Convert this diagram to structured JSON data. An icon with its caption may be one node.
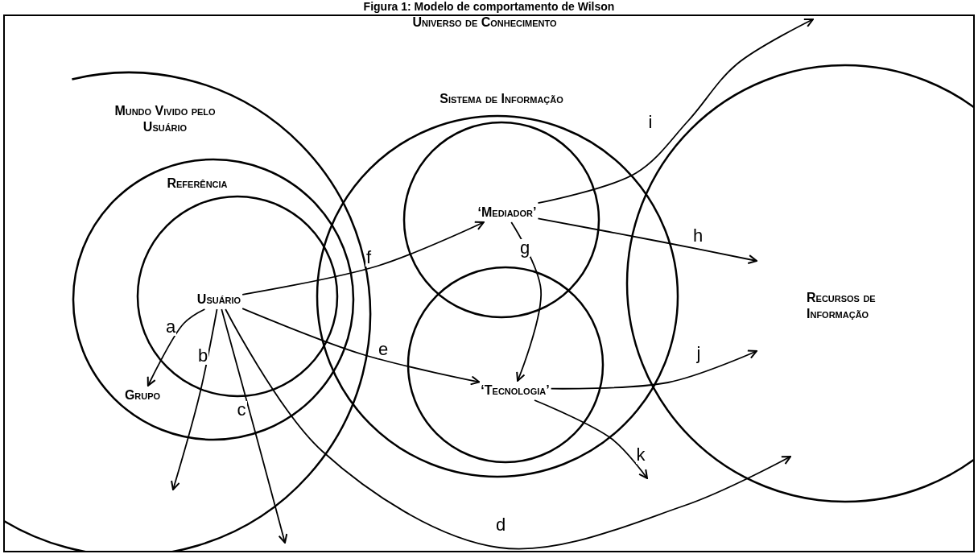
{
  "diagram": {
    "title": "Figura 1: Modelo de comportamento de Wilson",
    "nodes": [
      {
        "text": [
          "Universo de Conhecimento"
        ]
      },
      {
        "text": [
          "Mundo Vivido pelo Usuário"
        ]
      },
      {
        "text": [
          "Referência"
        ],
        "in": 1
      },
      {
        "text": [],
        "shape": "circle",
        "in": 2
      },
      {
        "text": [
          "Usuário"
        ],
        "in": 3
      },
      {
        "text": [
          "Grupo"
        ],
        "in": 2
      },
      {
        "text": [
          "Sistema de Informação"
        ],
        "in": 0
      },
      {
        "text": [],
        "shape": "circle",
        "in": 6
      },
      {
        "text": [
          "‘Mediador’"
        ],
        "in": 7
      },
      {
        "text": [],
        "shape": "circle",
        "in": 6
      },
      {
        "text": [
          "‘Tecnologia’"
        ],
        "in": 9
      },
      {
        "text": [
          "Recursos de Informação"
        ]
      }
    ],
    "edges": [
      {
        "from": 4,
        "to": 5,
        "arrow": "to",
        "label": "a"
      },
      {
        "from": 4,
        "to": null,
        "arrow": "to",
        "label": "b"
      },
      {
        "from": 4,
        "to": null,
        "arrow": "to",
        "label": "c"
      },
      {
        "from": 4,
        "to": 11,
        "arrow": "to",
        "label": "d"
      },
      {
        "from": 4,
        "to": 10,
        "arrow": "to",
        "label": "e"
      },
      {
        "from": 4,
        "to": 8,
        "arrow": "to",
        "label": "f"
      },
      {
        "from": 8,
        "to": 10,
        "arrow": "to",
        "label": "g"
      },
      {
        "from": 8,
        "to": 11,
        "arrow": "to",
        "label": "h"
      },
      {
        "from": 8,
        "to": null,
        "arrow": "to",
        "label": "i"
      },
      {
        "from": 10,
        "to": 11,
        "arrow": "to",
        "label": "j"
      },
      {
        "from": 10,
        "to": null,
        "arrow": "to",
        "label": "k"
      }
    ]
  }
}
